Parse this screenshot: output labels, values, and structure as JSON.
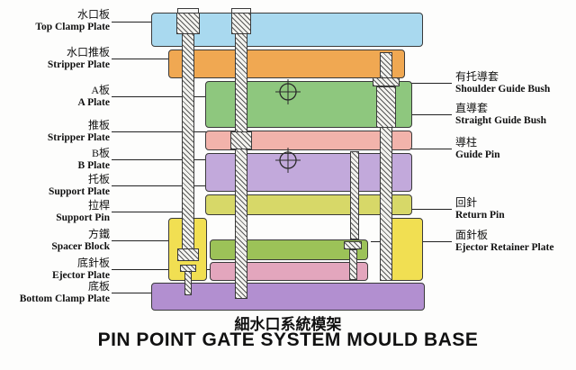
{
  "page_title": {
    "zh": "細水口系統模架",
    "en": "PIN POINT GATE SYSTEM MOULD BASE"
  },
  "left_labels": [
    {
      "zh": "水口板",
      "en": "Top Clamp Plate"
    },
    {
      "zh": "水口推板",
      "en": "Stripper Plate"
    },
    {
      "zh": "A板",
      "en": "A Plate"
    },
    {
      "zh": "推板",
      "en": "Stripper Plate"
    },
    {
      "zh": "B板",
      "en": "B Plate"
    },
    {
      "zh": "托板",
      "en": "Support Plate"
    },
    {
      "zh": "拉桿",
      "en": "Support Pin"
    },
    {
      "zh": "方鐵",
      "en": "Spacer Block"
    },
    {
      "zh": "底針板",
      "en": "Ejector Plate"
    },
    {
      "zh": "底板",
      "en": "Bottom Clamp Plate"
    }
  ],
  "right_labels": [
    {
      "zh": "有托導套",
      "en": "Shoulder Guide Bush"
    },
    {
      "zh": "直導套",
      "en": "Straight Guide Bush"
    },
    {
      "zh": "導柱",
      "en": "Guide Pin"
    },
    {
      "zh": "回針",
      "en": "Return Pin"
    },
    {
      "zh": "面針板",
      "en": "Ejector Retainer Plate"
    }
  ],
  "colors": {
    "top_clamp_plate": "#a9d9ef",
    "runner_stripper_plate": "#f0a852",
    "a_plate": "#8ec77e",
    "stripper_plate": "#f2b3ab",
    "b_plate": "#c2a9db",
    "support_plate": "#d7d868",
    "spacer_block": "#f1df52",
    "ejector_retainer_plate": "#9cc258",
    "ejector_plate": "#e3a6bd",
    "bottom_clamp_plate": "#b28fd0"
  }
}
